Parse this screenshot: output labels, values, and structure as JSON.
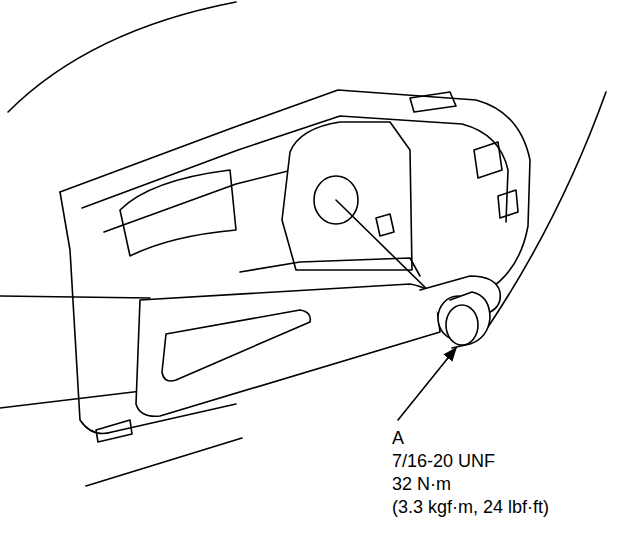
{
  "diagram": {
    "labels": [
      "A",
      "7/16-20 UNF",
      "32 N·m",
      "(3.3 kgf·m, 24 lbf·ft)"
    ]
  }
}
